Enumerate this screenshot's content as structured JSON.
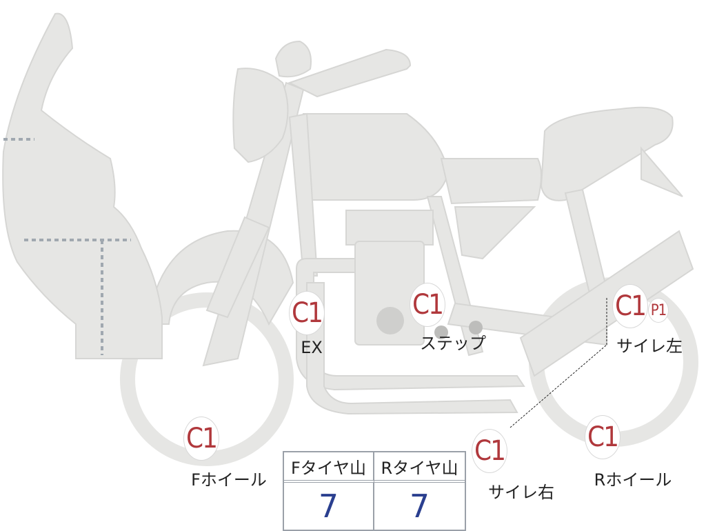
{
  "markers": [
    {
      "id": "ex",
      "code": "C1",
      "label": "EX"
    },
    {
      "id": "step",
      "code": "C1",
      "label": "ステップ"
    },
    {
      "id": "muffler-left",
      "code": "C1",
      "sub": "P1",
      "label": "サイレ左"
    },
    {
      "id": "front-wheel",
      "code": "C1",
      "label": "Fホイール"
    },
    {
      "id": "muffler-right",
      "code": "C1",
      "label": "サイレ右"
    },
    {
      "id": "rear-wheel",
      "code": "C1",
      "label": "Rホイール"
    }
  ],
  "tread_table": {
    "headers": [
      "Fタイヤ山",
      "Rタイヤ山"
    ],
    "values": [
      "7",
      "7"
    ]
  },
  "colors": {
    "body": "#e6e6e4",
    "outline": "#d6d6d4",
    "code": "#b0383c",
    "value": "#2a3f8f"
  }
}
